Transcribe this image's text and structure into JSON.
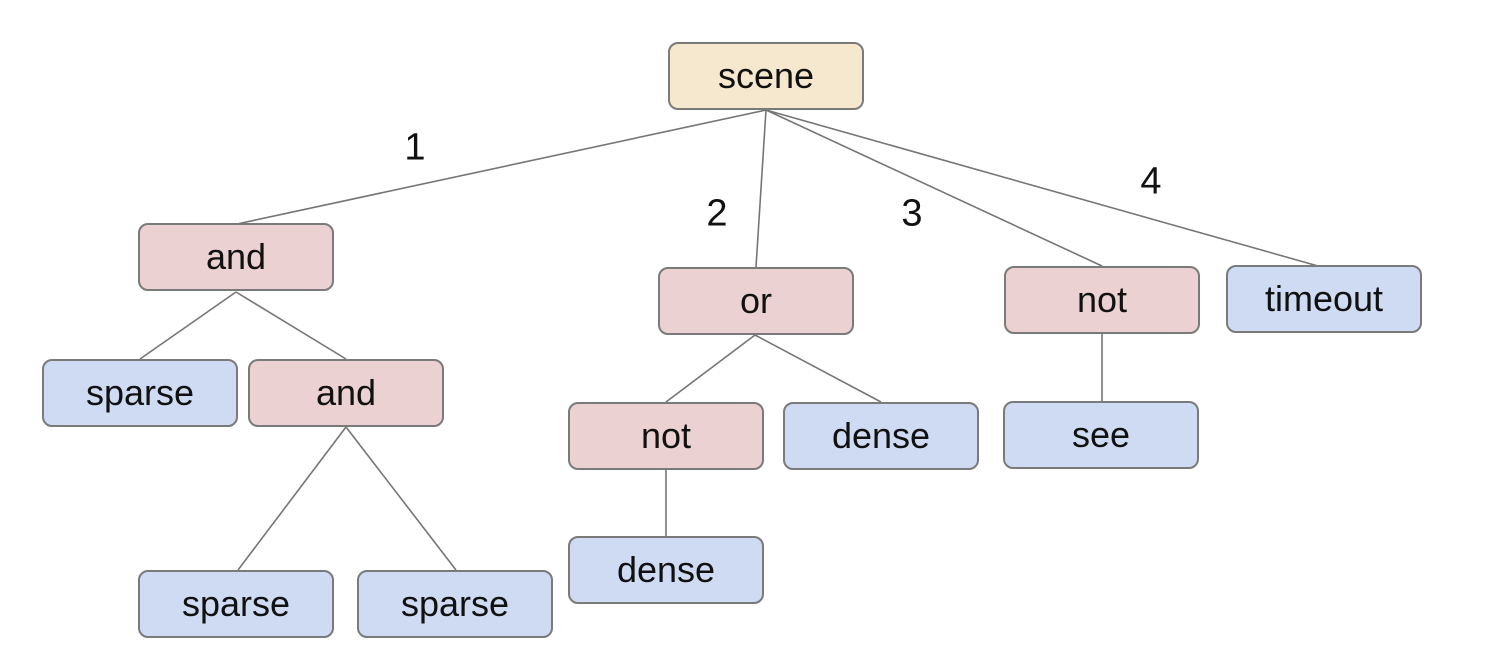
{
  "nodes": {
    "scene": "scene",
    "and1": "and",
    "or1": "or",
    "not1": "not",
    "timeout1": "timeout",
    "sparse1": "sparse",
    "and2": "and",
    "not2": "not",
    "dense1": "dense",
    "see1": "see",
    "sparse2": "sparse",
    "sparse3": "sparse",
    "dense2": "dense"
  },
  "edge_labels": {
    "e1": "1",
    "e2": "2",
    "e3": "3",
    "e4": "4"
  },
  "colors": {
    "root_fill": "#f6e8ce",
    "operator_fill": "#ebd1d1",
    "leaf_fill": "#cedbf2",
    "node_border": "#7a7a7a",
    "edge_line": "#757575",
    "text": "#111111",
    "background": "#ffffff"
  },
  "tree": {
    "label": "scene",
    "children": [
      {
        "edge": "1",
        "label": "and",
        "children": [
          {
            "label": "sparse"
          },
          {
            "label": "and",
            "children": [
              {
                "label": "sparse"
              },
              {
                "label": "sparse"
              }
            ]
          }
        ]
      },
      {
        "edge": "2",
        "label": "or",
        "children": [
          {
            "label": "not",
            "children": [
              {
                "label": "dense"
              }
            ]
          },
          {
            "label": "dense"
          }
        ]
      },
      {
        "edge": "3",
        "label": "not",
        "children": [
          {
            "label": "see"
          }
        ]
      },
      {
        "edge": "4",
        "label": "timeout"
      }
    ]
  }
}
